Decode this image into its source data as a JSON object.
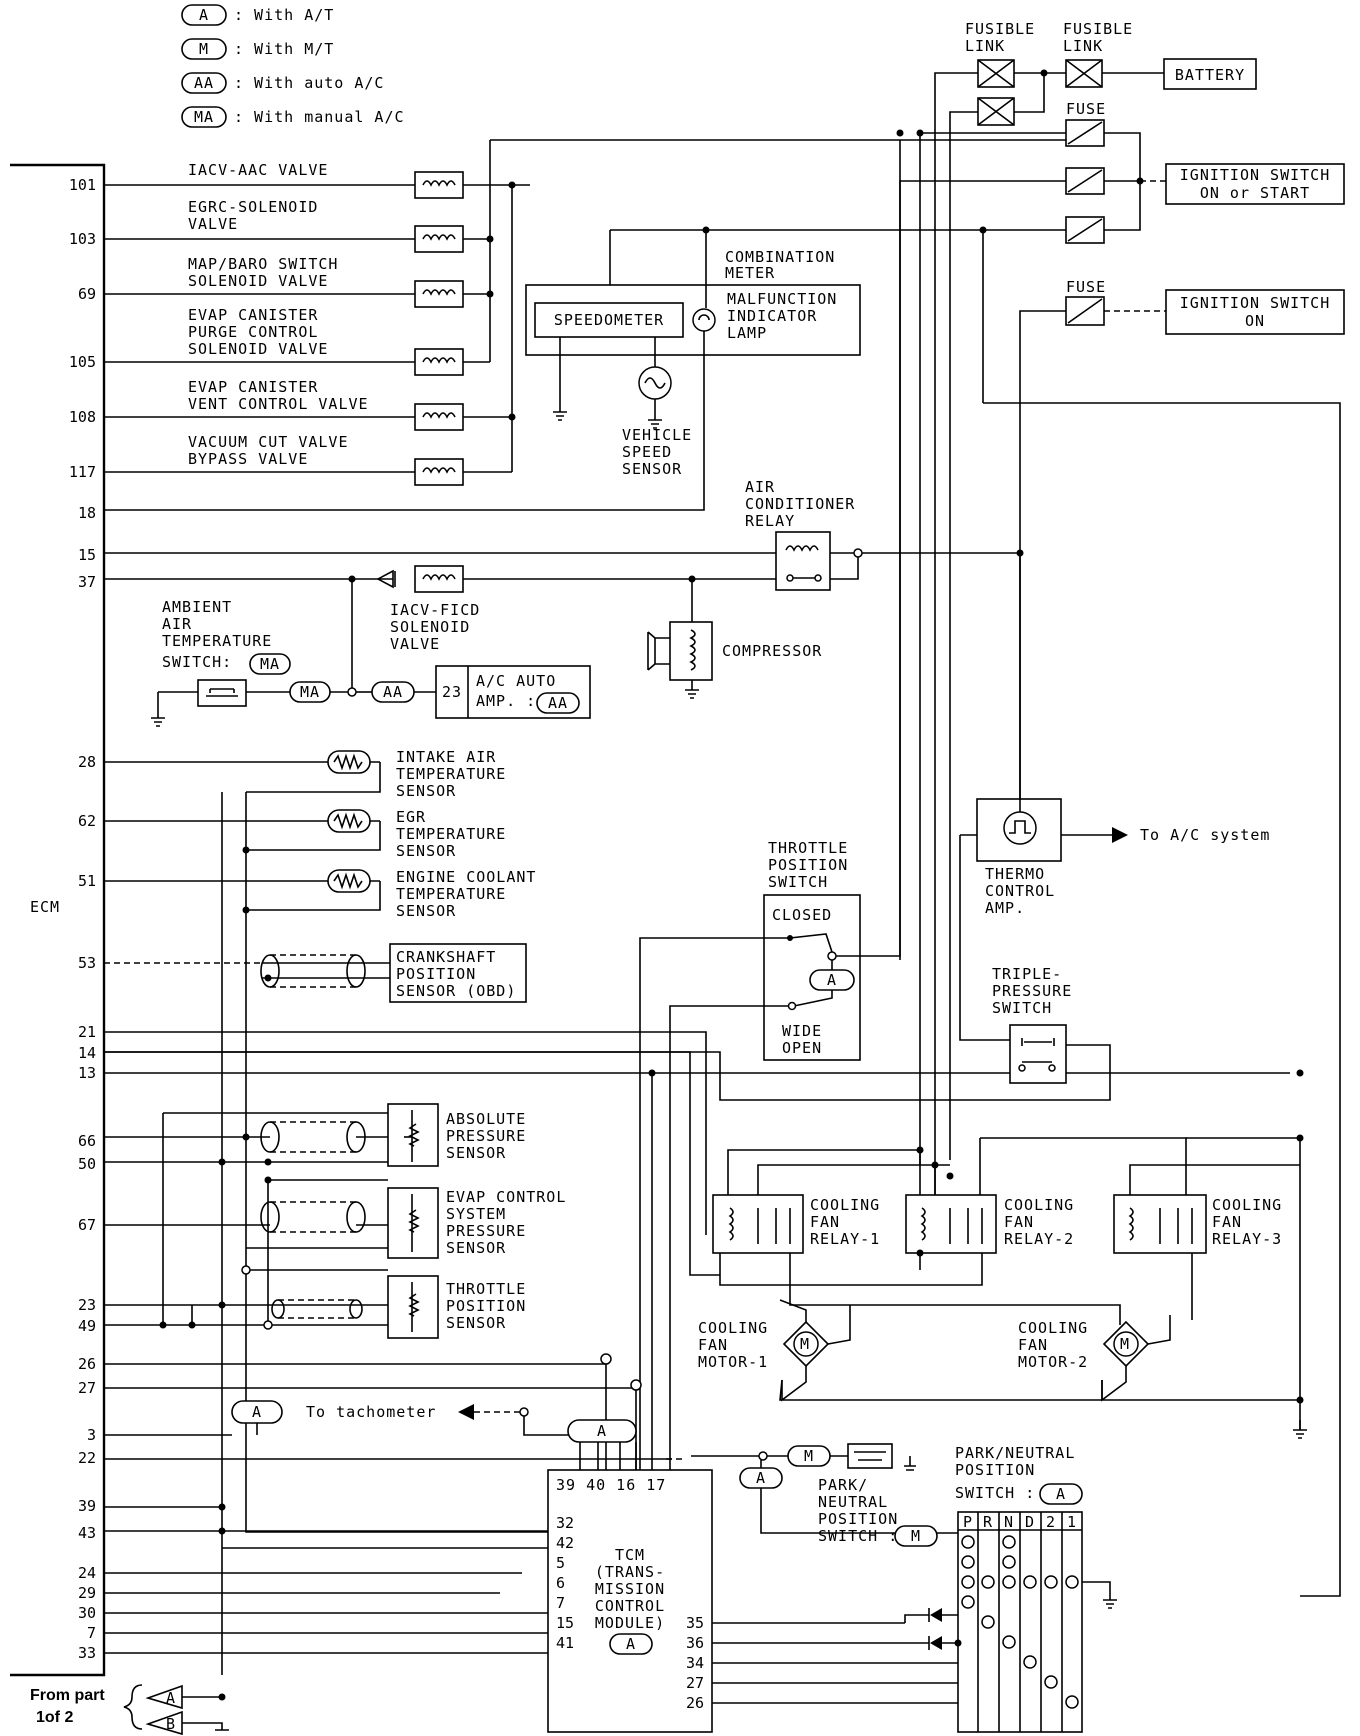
{
  "legend": [
    {
      "code": "A",
      "text": ": With A/T"
    },
    {
      "code": "M",
      "text": ": With M/T"
    },
    {
      "code": "AA",
      "text": ": With auto A/C"
    },
    {
      "code": "MA",
      "text": ": With manual A/C"
    }
  ],
  "ecm": {
    "label": "ECM",
    "pins": [
      "101",
      "103",
      "69",
      "105",
      "108",
      "117",
      "18",
      "15",
      "37",
      "28",
      "62",
      "51",
      "53",
      "21",
      "14",
      "13",
      "66",
      "50",
      "67",
      "23",
      "49",
      "26",
      "27",
      "3",
      "22",
      "39",
      "43",
      "24",
      "29",
      "30",
      "7",
      "33"
    ]
  },
  "solenoids": {
    "iacv_aac": "IACV-AAC VALVE",
    "egrc_1": "EGRC-SOLENOID",
    "egrc_2": "VALVE",
    "map_1": "MAP/BARO SWITCH",
    "map_2": "SOLENOID VALVE",
    "evap_purge_1": "EVAP CANISTER",
    "evap_purge_2": "PURGE CONTROL",
    "evap_purge_3": "SOLENOID VALVE",
    "evap_vent_1": "EVAP CANISTER",
    "evap_vent_2": "VENT CONTROL VALVE",
    "vacuum_1": "VACUUM CUT VALVE",
    "vacuum_2": "BYPASS VALVE"
  },
  "power": {
    "fusible_link": [
      "FUSIBLE",
      "LINK"
    ],
    "battery": "BATTERY",
    "fuse": "FUSE",
    "ign_start": [
      "IGNITION SWITCH",
      "ON or START"
    ],
    "ign_on": [
      "IGNITION SWITCH",
      "ON"
    ]
  },
  "meter": {
    "combination": [
      "COMBINATION",
      "METER"
    ],
    "speedometer": "SPEEDOMETER",
    "mil": [
      "MALFUNCTION",
      "INDICATOR",
      "LAMP"
    ],
    "vss": [
      "VEHICLE",
      "SPEED",
      "SENSOR"
    ]
  },
  "ac": {
    "relay": [
      "AIR",
      "CONDITIONER",
      "RELAY"
    ],
    "compressor": "COMPRESSOR",
    "iacv_ficd": [
      "IACV-FICD",
      "SOLENOID",
      "VALVE"
    ],
    "ambient": [
      "AMBIENT",
      "AIR",
      "TEMPERATURE",
      "SWITCH:"
    ],
    "amp_pin": "23",
    "amp": [
      "A/C AUTO",
      "AMP. :"
    ],
    "thermo": [
      "THERMO",
      "CONTROL",
      "AMP."
    ],
    "to_ac": "To A/C system",
    "triple": [
      "TRIPLE-",
      "PRESSURE",
      "SWITCH"
    ]
  },
  "sensors": {
    "intake": [
      "INTAKE AIR",
      "TEMPERATURE",
      "SENSOR"
    ],
    "egr": [
      "EGR",
      "TEMPERATURE",
      "SENSOR"
    ],
    "coolant": [
      "ENGINE COOLANT",
      "TEMPERATURE",
      "SENSOR"
    ],
    "crank": [
      "CRANKSHAFT",
      "POSITION",
      "SENSOR (OBD)"
    ],
    "absolute": [
      "ABSOLUTE",
      "PRESSURE",
      "SENSOR"
    ],
    "evap_ctrl": [
      "EVAP CONTROL",
      "SYSTEM",
      "PRESSURE",
      "SENSOR"
    ],
    "tps": [
      "THROTTLE",
      "POSITION",
      "SENSOR"
    ]
  },
  "throttle_switch": {
    "title": [
      "THROTTLE",
      "POSITION",
      "SWITCH"
    ],
    "closed": "CLOSED",
    "wide": [
      "WIDE",
      "OPEN"
    ]
  },
  "fan": {
    "relay1": [
      "COOLING",
      "FAN",
      "RELAY-1"
    ],
    "relay2": [
      "COOLING",
      "FAN",
      "RELAY-2"
    ],
    "relay3": [
      "COOLING",
      "FAN",
      "RELAY-3"
    ],
    "motor1": [
      "COOLING",
      "FAN",
      "MOTOR-1"
    ],
    "motor2": [
      "COOLING",
      "FAN",
      "MOTOR-2"
    ]
  },
  "tach": "To tachometer",
  "tcm": {
    "top_pins": "39 40 16 17",
    "left_pins": [
      "32",
      "42",
      "5",
      "6",
      "7",
      "15",
      "41"
    ],
    "right_pins": [
      "35",
      "36",
      "34",
      "27",
      "26"
    ],
    "name": [
      "TCM",
      "(TRANS-",
      "MISSION",
      "CONTROL",
      "MODULE)"
    ]
  },
  "park": {
    "mt": [
      "PARK/",
      "NEUTRAL",
      "POSITION",
      "SWITCH :"
    ],
    "at": [
      "PARK/NEUTRAL",
      "POSITION",
      "SWITCH :"
    ],
    "positions": [
      "P",
      "R",
      "N",
      "D",
      "2",
      "1"
    ]
  },
  "from_part": [
    "From part",
    "1of 2"
  ],
  "connectors": {
    "a": "A",
    "b": "B"
  },
  "badges": {
    "A": "A",
    "M": "M",
    "AA": "AA",
    "MA": "MA"
  }
}
